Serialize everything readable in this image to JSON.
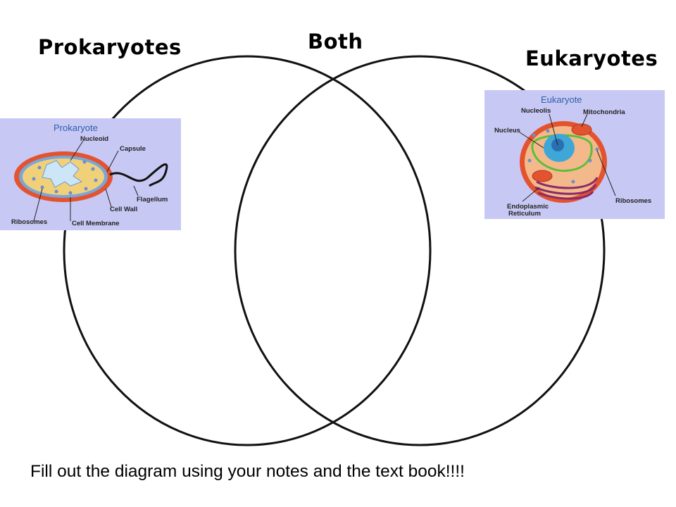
{
  "labels": {
    "left": "Prokaryotes",
    "middle": "Both",
    "right": "Eukaryotes"
  },
  "prokaryote_image": {
    "title": "Prokaryote",
    "parts": [
      "Nucleoid",
      "Capsule",
      "Flagellum",
      "Cell Wall",
      "Ribosomes",
      "Cell Membrane"
    ]
  },
  "eukaryote_image": {
    "title": "Eukaryote",
    "parts": [
      "Nucleolis",
      "Mitochondria",
      "Nucleus",
      "Ribosomes",
      "Endoplasmic",
      "Reticulum"
    ]
  },
  "footer": "Fill out the diagram using your notes and the text book!!!!",
  "colors": {
    "card_bg": "#c8c8f5",
    "title_blue": "#2e5fa8"
  }
}
